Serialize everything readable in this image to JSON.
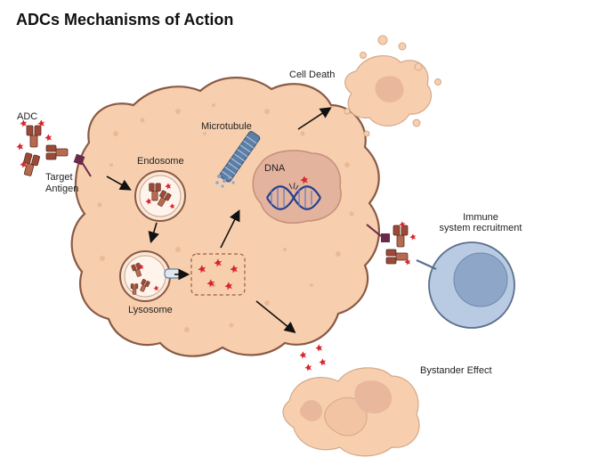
{
  "title": "ADCs Mechanisms of Action",
  "labels": {
    "adc": "ADC",
    "target_antigen_1": "Target",
    "target_antigen_2": "Antigen",
    "endosome": "Endosome",
    "lysosome": "Lysosome",
    "microtubule": "Microtubule",
    "dna": "DNA",
    "cell_death": "Cell Death",
    "immune_1": "Immune",
    "immune_2": "system recruitment",
    "bystander": "Bystander Effect"
  },
  "colors": {
    "cell_fill": "#f7cfae",
    "cell_stroke": "#8a5a45",
    "nucleus": "#e4b39e",
    "payload_red": "#d7262b",
    "antibody": "#9c4a38",
    "immune_cell": "#b9cbe2",
    "immune_core": "#8ea7c8",
    "microtubule": "#5d7fa6",
    "dna_blue": "#233f8c"
  },
  "icons": [
    "adc-antibody-icon",
    "target-antigen-icon",
    "microtubule-icon",
    "dna-helix-icon",
    "payload-star-icon",
    "arrow-icon"
  ]
}
